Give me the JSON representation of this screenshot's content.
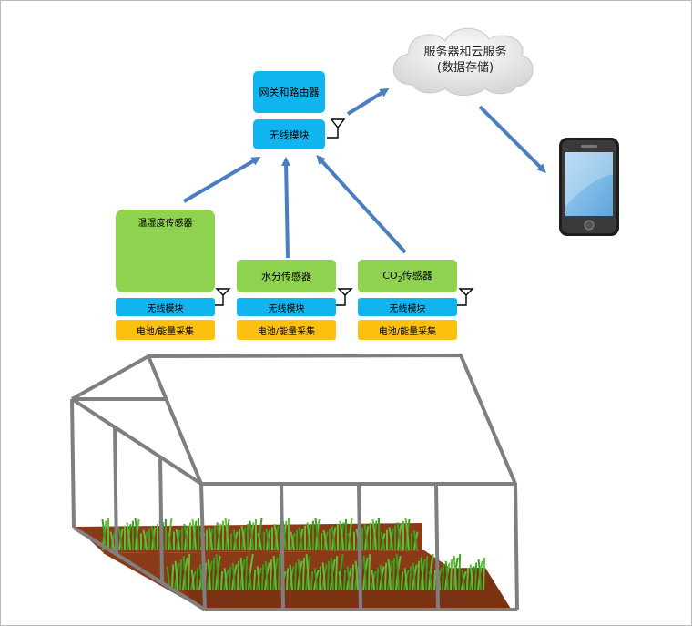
{
  "gateway": {
    "title": "网关和路由器",
    "wireless_label": "无线模块"
  },
  "cloud": {
    "line1": "服务器和云服务",
    "line2": "(数据存储)"
  },
  "sensors": [
    {
      "title": "温湿度传感器",
      "wireless_label": "无线模块",
      "power_label": "电池/能量采集"
    },
    {
      "title": "水分传感器",
      "wireless_label": "无线模块",
      "power_label": "电池/能量采集"
    },
    {
      "title_prefix": "CO",
      "title_sub": "2",
      "title_suffix": "传感器",
      "wireless_label": "无线模块",
      "power_label": "电池/能量采集"
    }
  ],
  "colors": {
    "module_blue": "#10b4ee",
    "sensor_green": "#8ed24f",
    "power_orange": "#fcc00f",
    "arrow_blue": "#4a7ec0",
    "greenhouse_frame": "#7f7f7f",
    "soil_brown": "#8b3a17",
    "grass_green": "#3aa11f"
  },
  "icons": [
    "thermometer-red-icon",
    "thermometer-blue-icon",
    "antenna-icon",
    "cloud-icon",
    "smartphone-icon",
    "greenhouse-illustration"
  ]
}
